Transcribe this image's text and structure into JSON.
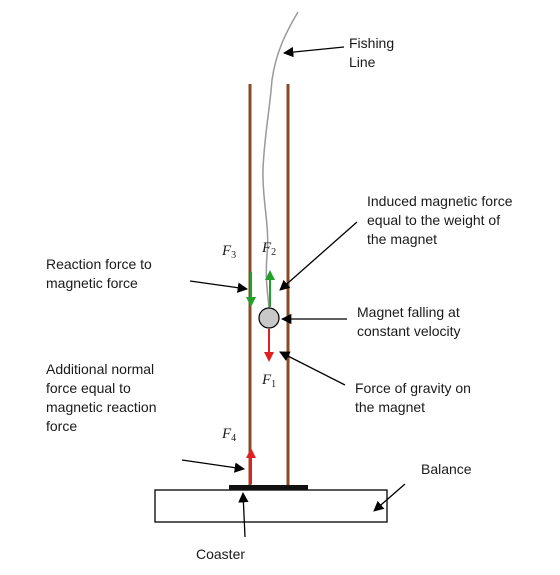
{
  "labels": {
    "fishing_line": [
      "Fishing",
      "Line"
    ],
    "induced_force": [
      "Induced magnetic force",
      "equal to the weight of",
      "the magnet"
    ],
    "reaction_force": [
      "Reaction force to",
      "magnetic force"
    ],
    "magnet_falling": [
      "Magnet falling at",
      "constant velocity"
    ],
    "gravity_force": [
      "Force of gravity on",
      "the magnet"
    ],
    "normal_force": [
      "Additional normal",
      "force equal to",
      "magnetic reaction",
      "force"
    ],
    "balance": "Balance",
    "coaster": "Coaster"
  },
  "forces": {
    "f1": {
      "symbol": "F",
      "sub": "1"
    },
    "f2": {
      "symbol": "F",
      "sub": "2"
    },
    "f3": {
      "symbol": "F",
      "sub": "3"
    },
    "f4": {
      "symbol": "F",
      "sub": "4"
    }
  },
  "colors": {
    "tube": "#8a4a26",
    "line": "#999999",
    "green_arrow": "#22a02a",
    "red_arrow": "#e02020",
    "magnet_fill": "#c8c8c8",
    "pointer": "#000000",
    "coaster": "#111111"
  }
}
